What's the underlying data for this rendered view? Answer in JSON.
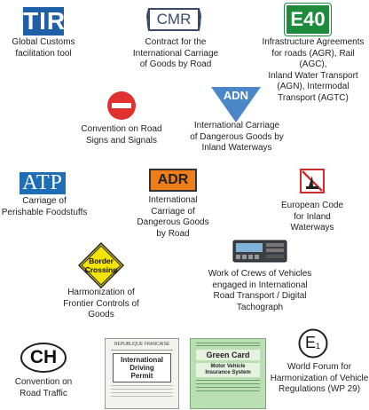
{
  "logos": {
    "tir": "TIR",
    "cmr": "CMR",
    "e40": "E40",
    "adn": "ADN",
    "atp": "ATP",
    "adr": "ADR",
    "border_line1": "Border",
    "border_line2": "Crossing",
    "ch": "CH",
    "e1": "E",
    "e1_sub": "1"
  },
  "documents": {
    "driving_permit": {
      "header": "REPUBLIQUE FRANCAISE",
      "title_line1": "International",
      "title_line2": "Driving",
      "title_line3": "Permit"
    },
    "green_card": {
      "title": "Green Card",
      "subtitle_line1": "Motor Vehicle",
      "subtitle_line2": "Insurance System"
    }
  },
  "captions": {
    "tir": [
      "Global Customs",
      "facilitation tool"
    ],
    "cmr": [
      "Contract for the",
      "International Carriage",
      "of Goods by Road"
    ],
    "e40": [
      "Infrastructure Agreements",
      "for roads (AGR), Rail (AGC),",
      "Inland Water Transport",
      "(AGN), Intermodal",
      "Transport (AGTC)"
    ],
    "no_entry": [
      "Convention on Road",
      "Signs and Signals"
    ],
    "adn": [
      "International Carriage",
      "of Dangerous Goods by",
      "Inland Waterways"
    ],
    "atp": [
      "Carriage of",
      "Perishable Foodstuffs"
    ],
    "adr": [
      "International",
      "Carriage of",
      "Dangerous Goods",
      "by Road"
    ],
    "cevni": [
      "European Code",
      "for Inland",
      "Waterways"
    ],
    "border": [
      "Harmonization of",
      "Frontier Controls of",
      "Goods"
    ],
    "tachograph": [
      "Work of Crews of Vehicles",
      "engaged in International",
      "Road Transport / Digital",
      "Tachograph"
    ],
    "ch": [
      "Convention on",
      "Road Traffic"
    ],
    "wp29": [
      "World Forum for",
      "Harmonization of Vehicle",
      "Regulations (WP 29)"
    ]
  },
  "colors": {
    "tir_blue": "#1f5fa8",
    "e40_green": "#1e8a3c",
    "adn_blue": "#4a86c8",
    "atp_blue": "#1f6db5",
    "adr_orange": "#ef7d1a",
    "no_entry_red": "#e03030",
    "cevni_red": "#d42b2b",
    "border_yellow": "#f4e400",
    "green_card": "#b9dfb2"
  }
}
